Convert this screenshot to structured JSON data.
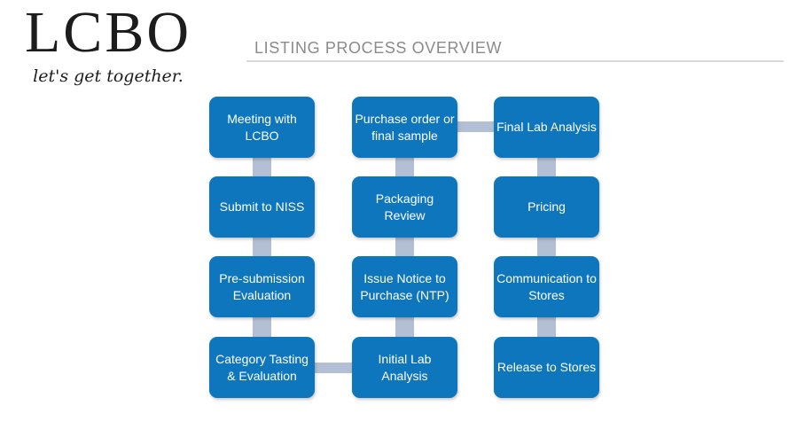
{
  "logo": {
    "wordmark": "LCBO",
    "tagline": "let's get together."
  },
  "header": {
    "title": "LISTING PROCESS OVERVIEW"
  },
  "colors": {
    "box_blue": "#0E76BD",
    "connector_gray_blue": "#B3BFD4",
    "title_gray": "#8B8B8B",
    "rule_gray": "#D9D9D9",
    "box_text": "#FFFFFF",
    "logo_black": "#1C1C1C"
  },
  "flowchart": {
    "steps": [
      {
        "label": "Meeting with LCBO"
      },
      {
        "label": "Submit to NISS"
      },
      {
        "label": "Pre-submission Evaluation"
      },
      {
        "label": "Category Tasting & Evaluation"
      },
      {
        "label": "Purchase order or final sample"
      },
      {
        "label": "Packaging Review"
      },
      {
        "label": "Issue Notice to Purchase (NTP)"
      },
      {
        "label": "Initial Lab Analysis"
      },
      {
        "label": "Final Lab Analysis"
      },
      {
        "label": "Pricing"
      },
      {
        "label": "Communication to Stores"
      },
      {
        "label": "Release to Stores"
      }
    ]
  }
}
